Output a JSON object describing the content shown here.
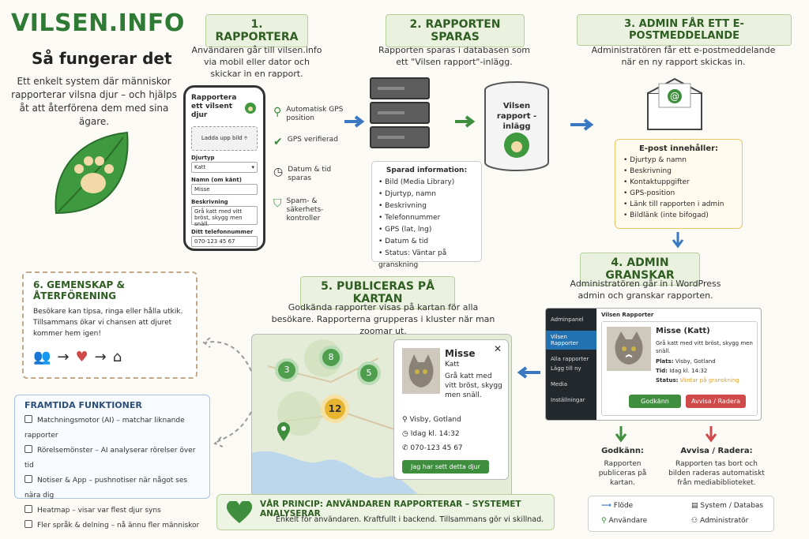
{
  "brand": "VILSEN.INFO",
  "subtitle": "Så fungerar det",
  "intro": "Ett enkelt system där människor rapporterar vilsna djur – och hjälps åt att återförena dem med sina ägare.",
  "step1": {
    "heading": "1. RAPPORTERA",
    "desc": "Användaren går till vilsen.info via mobil eller dator och skickar in en rapport.",
    "phone": {
      "title": "Rapportera ett vilsent djur",
      "upload": "Ladda upp bild",
      "type_label": "Djurtyp",
      "type_value": "Katt",
      "name_label": "Namn (om känt)",
      "name_value": "Misse",
      "desc_label": "Beskrivning",
      "desc_value": "Grå katt med vitt bröst, skygg men snäll.",
      "phone_label": "Ditt telefonnummer",
      "phone_value": "070-123 45 67"
    },
    "checks": [
      "Automatisk GPS position",
      "GPS verifierad",
      "Datum & tid sparas",
      "Spam- & säkerhets-kontroller"
    ]
  },
  "step2": {
    "heading": "2. RAPPORTEN SPARAS",
    "desc": "Rapporten sparas i databasen som ett \"Vilsen rapport\"-inlägg.",
    "db_label": "Vilsen rapport -inlägg",
    "info_title": "Sparad information:",
    "info_items": [
      "Bild (Media Library)",
      "Djurtyp, namn",
      "Beskrivning",
      "Telefonnummer",
      "GPS (lat, lng)",
      "Datum & tid",
      "Status: Väntar på granskning"
    ]
  },
  "step3": {
    "heading": "3. ADMIN FÅR ETT E-POSTMEDDELANDE",
    "desc": "Administratören får ett e-postmeddelande när en ny rapport skickas in.",
    "mail_title": "E-post innehåller:",
    "mail_items": [
      "Djurtyp & namn",
      "Beskrivning",
      "Kontaktuppgifter",
      "GPS-position",
      "Länk till rapporten i admin",
      "Bildlänk (inte bifogad)"
    ]
  },
  "step4": {
    "heading": "4. ADMIN GRANSKAR",
    "desc": "Administratören går in i WordPress admin och granskar rapporten.",
    "sidebar": [
      "Adminpanel",
      "Vilsen Rapporter",
      "Alla rapporter",
      "Lägg till ny",
      "Media",
      "Inställningar"
    ],
    "panel_title": "Vilsen Rapporter",
    "card_name": "Misse (Katt)",
    "card_desc": "Grå katt med vitt bröst, skygg men snäll.",
    "plats_label": "Plats:",
    "plats_value": "Visby, Gotland",
    "tid_label": "Tid:",
    "tid_value": "Idag kl. 14:32",
    "status_label": "Status:",
    "status_value": "Väntar på granskning",
    "approve": "Godkänn",
    "reject": "Avvisa / Radera",
    "approve_title": "Godkänn:",
    "approve_text": "Rapporten publiceras på kartan.",
    "reject_title": "Avvisa / Radera:",
    "reject_text": "Rapporten tas bort och bilden raderas automatiskt från mediabiblioteket."
  },
  "step5": {
    "heading": "5. PUBLICERAS PÅ KARTAN",
    "desc": "Godkända rapporter visas på kartan för alla besökare. Rapporterna grupperas i kluster när man zoomar ut.",
    "clusters": [
      "3",
      "8",
      "5",
      "12"
    ],
    "popup": {
      "name": "Misse",
      "type": "Katt",
      "desc": "Grå katt med vitt bröst, skygg men snäll.",
      "place": "Visby, Gotland",
      "time": "Idag kl. 14:32",
      "phone": "070-123 45 67",
      "button": "Jag har sett detta djur"
    }
  },
  "step6": {
    "heading": "6. GEMENSKAP & ÅTERFÖRENING",
    "desc": "Besökare kan tipsa, ringa eller hålla utkik. Tillsammans ökar vi chansen att djuret kommer hem igen!"
  },
  "future": {
    "title": "FRAMTIDA FUNKTIONER",
    "items": [
      "Matchningsmotor (AI) – matchar liknande rapporter",
      "Rörelsemönster – AI analyserar rörelser över tid",
      "Notiser & App – pushnotiser när något ses nära dig",
      "Heatmap – visar var flest djur syns",
      "Fler språk & delning – nå ännu fler människor"
    ]
  },
  "principle": {
    "title": "VÅR PRINCIP:  ANVÄNDAREN RAPPORTERAR – SYSTEMET ANALYSERAR",
    "text": "Enkelt för användaren. Kraftfullt i backend. Tillsammans gör vi skillnad."
  },
  "legend": {
    "flow": "Flöde",
    "system": "System / Databas",
    "user": "Användare",
    "admin": "Administratör"
  },
  "colors": {
    "green": "#3e8e3e",
    "blue": "#3a78c2",
    "red": "#d04a4a",
    "orange": "#e0a020"
  }
}
